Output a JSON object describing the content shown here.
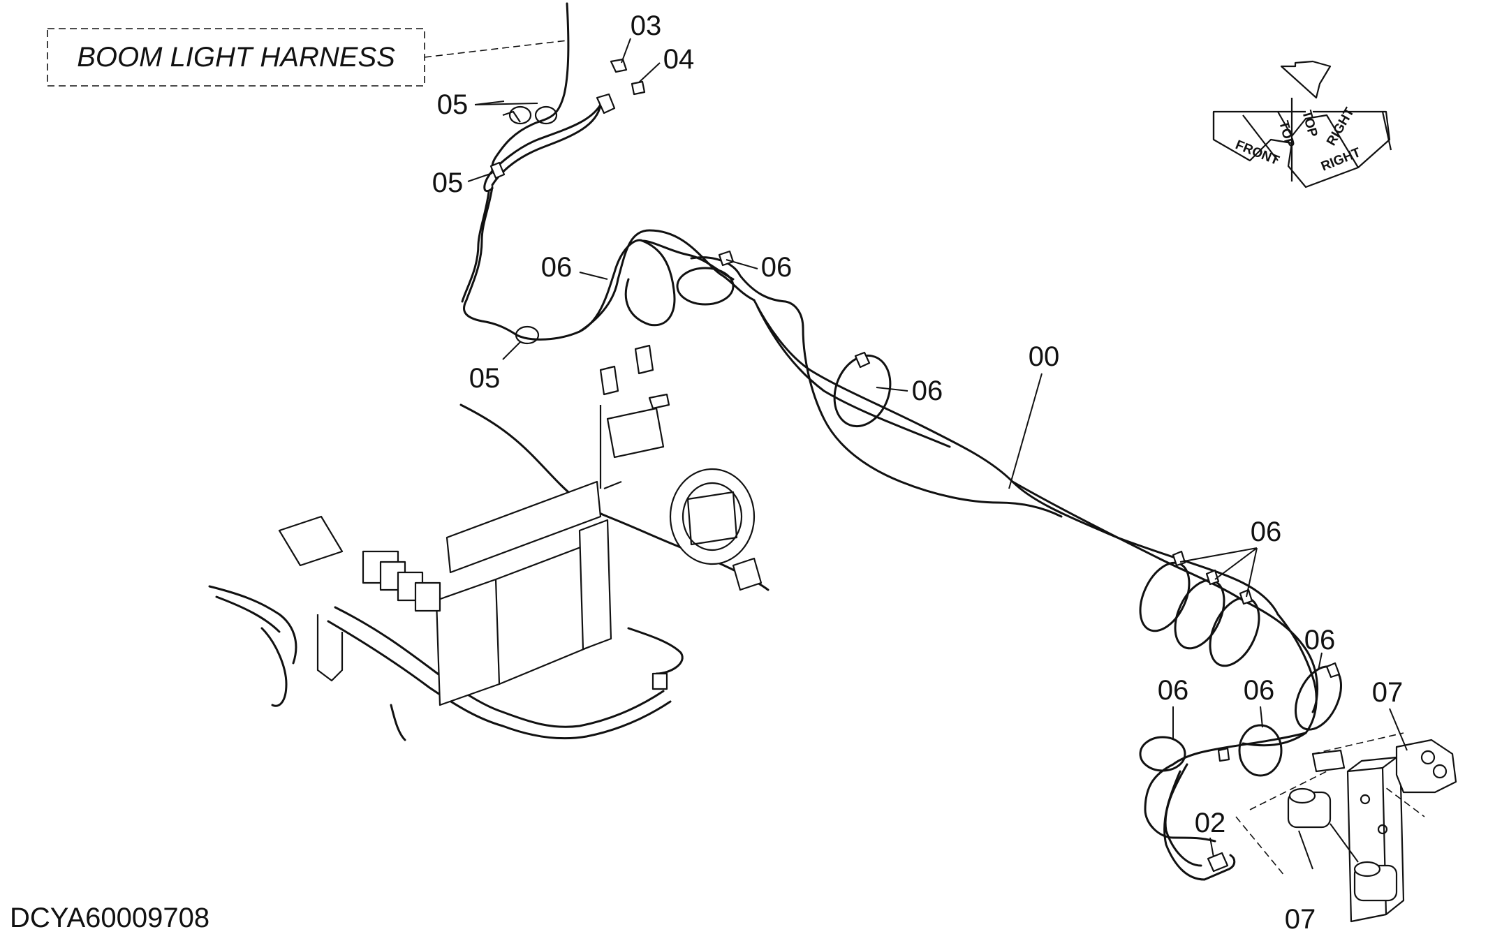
{
  "title": "BOOM LIGHT HARNESS",
  "drawing_id": "DCYA60009708",
  "orientation": {
    "front": "FRONT",
    "top": "TOP",
    "right": "RIGHT"
  },
  "callouts": [
    {
      "id": "c03",
      "text": "03"
    },
    {
      "id": "c04",
      "text": "04"
    },
    {
      "id": "c05a",
      "text": "05"
    },
    {
      "id": "c05b",
      "text": "05"
    },
    {
      "id": "c05c",
      "text": "05"
    },
    {
      "id": "c06a",
      "text": "06"
    },
    {
      "id": "c06b",
      "text": "06"
    },
    {
      "id": "c06c",
      "text": "06"
    },
    {
      "id": "c00",
      "text": "00"
    },
    {
      "id": "c06d",
      "text": "06"
    },
    {
      "id": "c06e",
      "text": "06"
    },
    {
      "id": "c06f",
      "text": "06"
    },
    {
      "id": "c06g",
      "text": "06"
    },
    {
      "id": "c07a",
      "text": "07"
    },
    {
      "id": "c02",
      "text": "02"
    },
    {
      "id": "c07b",
      "text": "07"
    }
  ]
}
